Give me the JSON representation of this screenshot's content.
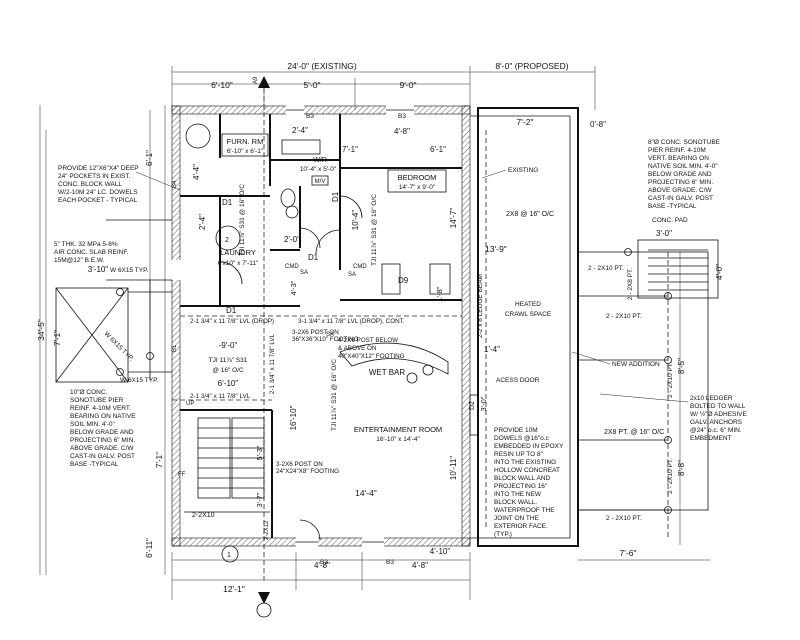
{
  "dimensions": {
    "top_existing": "24'-0\" (EXISTING)",
    "top_proposed": "8'-0\" (PROPOSED)",
    "top_6_10": "6'-10\"",
    "top_5_0": "5'-0\"",
    "top_9_0": "9'-0\"",
    "top_0_8": "0'-8\"",
    "top_2_4": "2'-4\"",
    "top_4_8": "4'-8\"",
    "top_7_1": "7'-1\"",
    "top_6_1": "6'-1\"",
    "top_7_2": "7'-2\"",
    "left_6_1": "6'-1\"",
    "left_4_4": "4'-4\"",
    "left_2_4": "2'-4\"",
    "left_3_10": "3'-10\"",
    "left_34_5": "34'-5\"",
    "left_7_1": "7'-1\"",
    "left_9_0": "-9'-0\"",
    "left_6_10": "6'-10\"",
    "left_7_1b": "7'-1\"",
    "left_6_11": "6'-11\"",
    "mid_10_4": "10'-4\"",
    "mid_14_7": "14'-7\"",
    "mid_2_0": "2'-0\"",
    "mid_4_3": "4'-3\"",
    "mid_1_8": "1'-8\"",
    "mid_13_9": "13'-9\"",
    "mid_1_4": "1'-4\"",
    "mid_16_10": "16'-10\"",
    "mid_5_3": "5'-3\"",
    "mid_3_7": "3'-7\"",
    "mid_3_0": "3'-0\"",
    "mid_14_4": "14'-4\"",
    "mid_10_11": "10'-11\"",
    "bot_12_1": "12'-1\"",
    "bot_4_8a": "4'-8\"",
    "bot_4_8b": "4'-8\"",
    "bot_4_10": "4'-10\"",
    "bot_7_6": "7'-6\"",
    "right_3_0": "3'-0\"",
    "right_4_0": "4'-0\"",
    "right_8_5": "8'-5\"",
    "right_8_8": "8'-8\""
  },
  "rooms": {
    "furn_rm": "FURN. RM",
    "furn_rm_size": "6'-10\" x 6'-1\"",
    "wr": "W/R",
    "wr_size": "10'-4\" x 5'-0\"",
    "mv": "M/V",
    "bedroom": "BEDROOM",
    "bedroom_size": "14'-7\" x 9'-0\"",
    "laundry": "LAUNDRY",
    "laundry_size": "6'x10\" x 7'-11\"",
    "wet_bar": "WET BAR",
    "ent_room": "ENTERTAINMENT ROOM",
    "ent_room_size": "16'-10\" x 14'-4\"",
    "heated_crawl": "HEATED",
    "heated_crawl2": "CRAWL SPACE"
  },
  "tags": {
    "a8": "A9",
    "b3": "B3",
    "b3b": "B3",
    "b3c": "B3",
    "b3d": "B3",
    "b4": "B4",
    "b1": "B1",
    "d1a": "D1",
    "d1b": "D1",
    "d1c": "D1",
    "d1d": "D1",
    "d9": "D9",
    "d2": "D2",
    "sa1": "SA",
    "sa2": "SA",
    "sa3": "SA",
    "cmd1": "CMD",
    "cmd2": "CMD",
    "up": "UP",
    "num2": "2",
    "num1": "1",
    "ff": "FF"
  },
  "notes": {
    "pockets": [
      "PROVIDE 12\"X6\"X4\" DEEP",
      "24\" POCKETS IN EXIST.",
      "CONC. BLOCK WALL",
      "W/2-10M 24\" LC. DOWELS",
      "EACH POCKET - TYPICAL"
    ],
    "slab": [
      "5\" THK. 32 MPa 5-8%",
      "AIR CONC. SLAB REINF.",
      "15M@12\" B.E.W."
    ],
    "pier_left": [
      "10\"Ø CONC.",
      "SONOTUBE PIER",
      "REINF. 4-10M VERT.",
      "BEARING ON NATIVE",
      "SOIL MIN. 4'-0\"",
      "BELOW GRADE AND",
      "PROJECTING 6\" MIN.",
      "ABOVE GRADE. C/W",
      "CAST-IN GALV. POST",
      "BASE -TYPICAL"
    ],
    "pier_right": [
      "8\"Ø CONC. SONOTUBE",
      "PIER REINF. 4-10M",
      "VERT. BEARING ON",
      "NATIVE SOIL MIN. 4'-0\"",
      "BELOW GRADE AND",
      "PROJECTING 6\" MIN.",
      "ABOVE GRADE. C/W",
      "CAST-IN GALV. POST",
      "BASE -TYPICAL"
    ],
    "conc_pad": "CONC. PAD",
    "existing": "EXISTING",
    "new_addition": "NEW ADDITION",
    "access_door": "ACESS DOOR",
    "dowels": [
      "PROVIDE 10M",
      "DOWELS @16\"o.c",
      "EMBEDDED IN EPOXY",
      "RESIN UP TO 8\"",
      "INTO THE EXISTING",
      "HOLLOW CONCREAT",
      "BLOCK WALL AND",
      "PROJECTING 16\"",
      "INTO THE NEW",
      "BLOCK WALL.",
      "WATERPROOF THE",
      "JOINT ON THE",
      "EXTERIOR FACE.",
      "(TYP.)"
    ],
    "ledger": [
      "2x10 LEDGER",
      "BOLTED TO WALL",
      "W/ ½\"Ø ADHESIVE",
      "GALV. ANCHORS",
      "@24\" o.c. 6\" MIN.",
      "EMBEDMENT"
    ],
    "w6x15_a": "W 6X15 TYP.",
    "w6x15_b": "W 6X15 TYP.",
    "w6x15_c": "W 6X15 TYP.",
    "lvl_drop_a": "2-1 3/4\" x 11 7/8\" LVL (DROP)",
    "lvl_drop_b": "3-1 3/4\" x 11 7/8\" LVL (DROP), CONT.",
    "post_a": [
      "3-2X6 POST ON",
      "36\"X36\"X10\" FOOTING"
    ],
    "post_b": [
      "4-2X6 POST BELOW",
      "& ABOVE ON",
      "40\"X40\"X12\" FOOTING"
    ],
    "post_c": [
      "3-2X6 POST ON",
      "24\"X24\"X8\" FOOTING"
    ],
    "lvl_stair": "2-1 3/4\" x 11 7/8\" LVL",
    "lvl_vert": "2-1 3/4\" x 11 7/8\" LVL",
    "tji_a": "TJI 11⅞\" S31 @ 16\" O/C",
    "tji_b": "TJI 11⅞\" S31 @ 16\" O/C",
    "tji_c": "TJI 11⅞\" S31 @ 16\" O/C",
    "tji_small": "TJI 11⅞\" S31",
    "tji_small2": "@ 16\" O/C",
    "joist_2x8": "2X8 @ 16\" O/C",
    "joist_2x8pt": "2X8 PT. @ 16\" O/C",
    "ledge_beam": "2-2 x 8 LEDGE BEAM",
    "pt_a": "2 - 2X10 PT.",
    "pt_b": "2 - 2X10 PT.",
    "pt_c": "2 - 2X10 PT.",
    "pt_v1": "2 - 2X10 PT.",
    "pt_v2": "2 - 2X10 PT.",
    "pt_v3": "2 - 2X8 PT.",
    "stair_2x10": "2-2X10",
    "stair_2x12": "2-2X12"
  }
}
